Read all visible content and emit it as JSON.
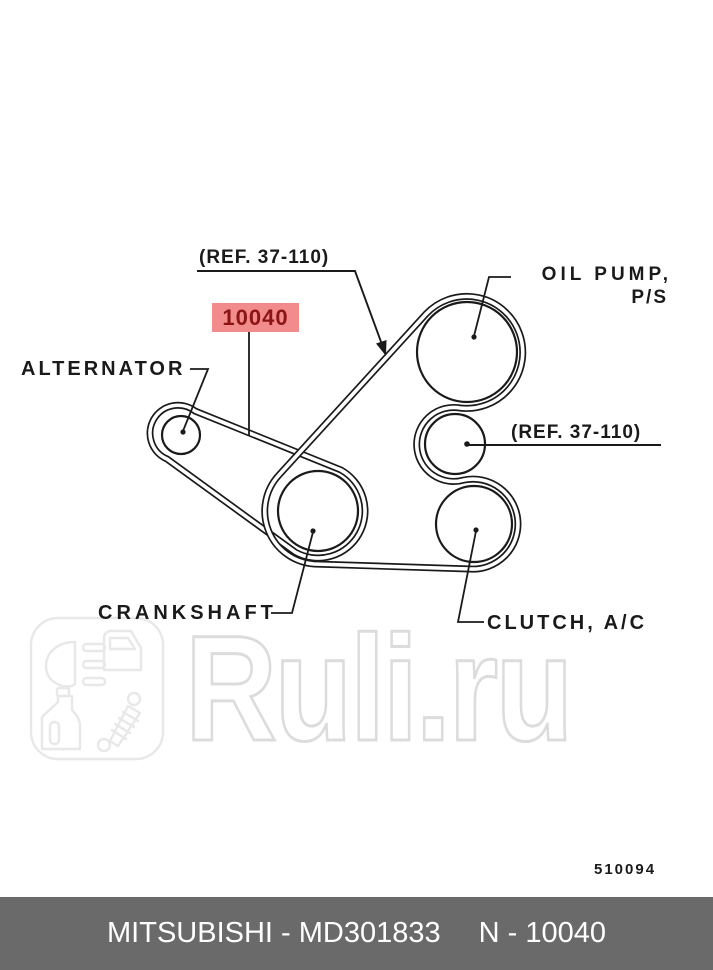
{
  "diagram": {
    "part_highlight": {
      "number": "10040"
    },
    "labels": {
      "alternator": "ALTERNATOR",
      "crankshaft": "CRANKSHAFT",
      "oil_pump_line1": "OIL PUMP,",
      "oil_pump_line2": "P/S",
      "clutch_ac": "CLUTCH, A/C",
      "ref_top": "(REF. 37-110)",
      "ref_right": "(REF. 37-110)"
    },
    "drawing_number": "510094"
  },
  "watermark": {
    "text": "Ruli.ru",
    "logo_icons": [
      "headlight-icon",
      "car-door-icon",
      "oil-canister-icon",
      "shock-absorber-icon"
    ]
  },
  "footer": {
    "brand_part": "MITSUBISHI - MD301833",
    "catalog_number": "N - 10040"
  },
  "colors": {
    "line": "#1a1a1a",
    "highlight_bg": "#f28b8b",
    "highlight_text": "#8b1414",
    "footer_bg": "#6a6a6a",
    "footer_text": "#ffffff",
    "watermark": "#dcdcdc"
  }
}
